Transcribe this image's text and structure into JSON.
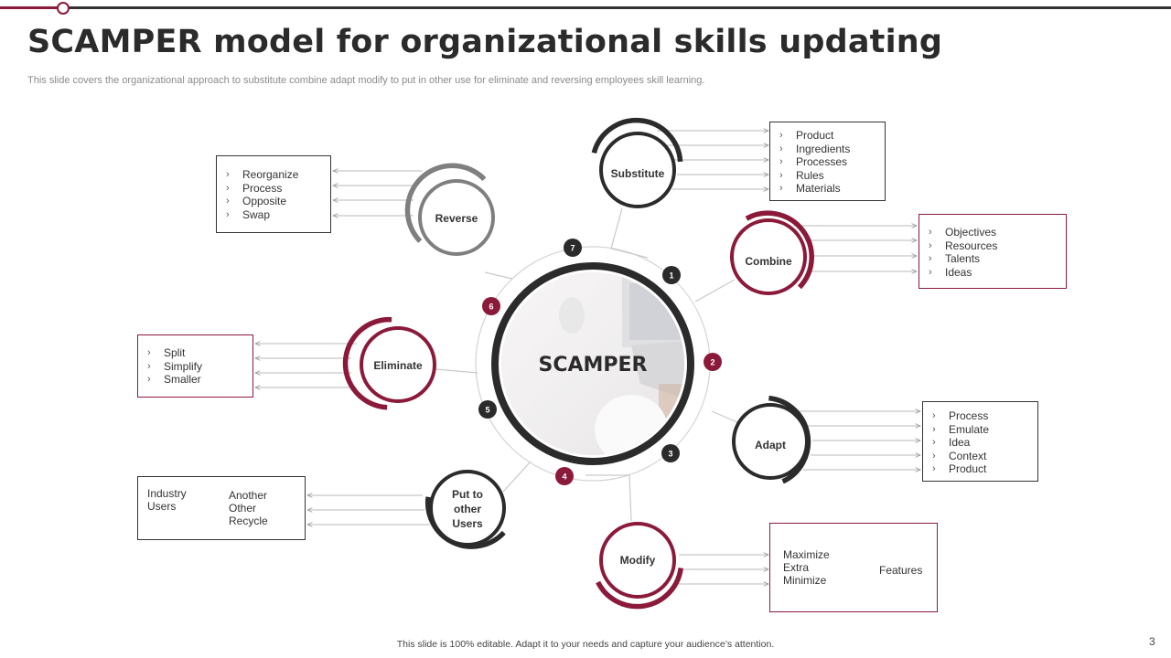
{
  "title": "SCAMPER model for organizational skills updating",
  "subtitle": "This slide covers the organizational approach to substitute combine adapt modify to put in other use for eliminate and reversing employees skill learning.",
  "center": "SCAMPER",
  "footer": "This slide is 100% editable. Adapt it to your needs and capture your audience’s attention.",
  "page_number": "3",
  "colors": {
    "accent": "#8b1a3a",
    "dark": "#2b2b2b",
    "gray": "#7f7f7f"
  },
  "numbers": [
    "1",
    "2",
    "3",
    "4",
    "5",
    "6",
    "7"
  ],
  "nodes": {
    "substitute": {
      "label": "Substitute",
      "items": [
        "Product",
        "Ingredients",
        "Processes",
        "Rules",
        "Materials"
      ]
    },
    "combine": {
      "label": "Combine",
      "items": [
        "Objectives",
        "Resources",
        "Talents",
        "Ideas"
      ]
    },
    "adapt": {
      "label": "Adapt",
      "items": [
        "Process",
        "Emulate",
        "Idea",
        "Context",
        "Product"
      ]
    },
    "modify": {
      "label": "Modify",
      "items": [
        "Maximize",
        "Extra",
        "Minimize"
      ],
      "result": "Features"
    },
    "put_to_other_users": {
      "label_lines": [
        "Put to",
        "other",
        "Users"
      ],
      "left_items": [
        "Industry",
        "Users"
      ],
      "items": [
        "Another",
        "Other",
        "Recycle"
      ]
    },
    "eliminate": {
      "label": "Eliminate",
      "items": [
        "Split",
        "Simplify",
        "Smaller"
      ]
    },
    "reverse": {
      "label": "Reverse",
      "items": [
        "Reorganize",
        "Process",
        "Opposite",
        "Swap"
      ]
    }
  }
}
